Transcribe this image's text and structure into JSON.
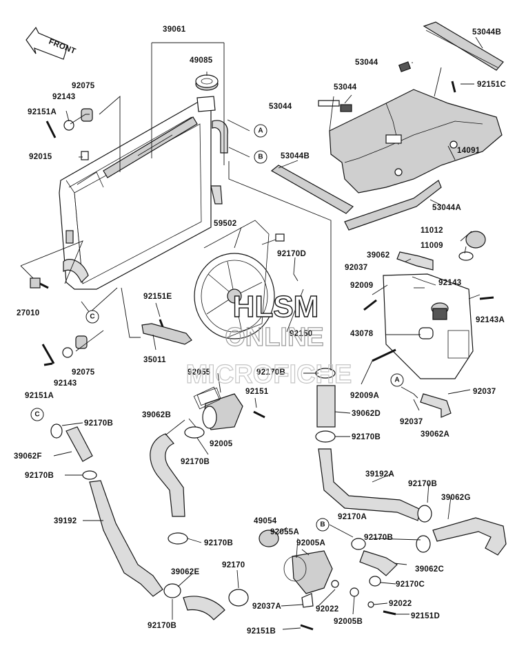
{
  "front_arrow": {
    "text": "FRONT"
  },
  "callouts": [
    "A",
    "B",
    "C"
  ],
  "part_numbers": {
    "p39061": "39061",
    "p49085": "49085",
    "p53044B": "53044B",
    "p53044": "53044",
    "p92151C": "92151C",
    "p92075": "92075",
    "p92143": "92143",
    "p92151A": "92151A",
    "p92015": "92015",
    "p14091": "14091",
    "p53044A": "53044A",
    "p59502": "59502",
    "p11012": "11012",
    "p11009": "11009",
    "p39062": "39062",
    "p92037": "92037",
    "p92170D": "92170D",
    "p92009": "92009",
    "p27010": "27010",
    "p92151E": "92151E",
    "p92150": "92150",
    "p92143A": "92143A",
    "p43078": "43078",
    "p35011": "35011",
    "p92055": "92055",
    "p92170B": "92170B",
    "p92009A": "92009A",
    "p92151": "92151",
    "p39062D": "39062D",
    "p39062A": "39062A",
    "p39062B": "39062B",
    "p92005": "92005",
    "p39062F": "39062F",
    "p39192A": "39192A",
    "p39062G": "39062G",
    "p39192": "39192",
    "p92170A": "92170A",
    "p49054": "49054",
    "p92055A": "92055A",
    "p92005A": "92005A",
    "p39062C": "39062C",
    "p92170C": "92170C",
    "p39062E": "39062E",
    "p92170": "92170",
    "p92037A": "92037A",
    "p92022": "92022",
    "p92151D": "92151D",
    "p92005B": "92005B",
    "p92151B": "92151B"
  },
  "watermark": {
    "line1": "HLSM",
    "line2": "ONLINE",
    "line3": "MICROFICHE"
  }
}
